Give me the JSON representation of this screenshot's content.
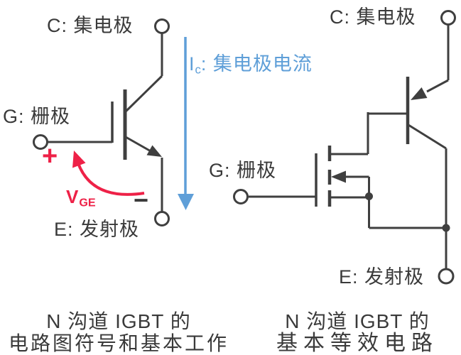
{
  "left_diagram": {
    "collector_label": "C: 集电极",
    "gate_label": "G: 栅极",
    "emitter_label": "E: 发射极",
    "collector_current": {
      "base": "I",
      "sub": "c",
      "rest": ": 集电极电流"
    },
    "gate_voltage": {
      "base": "V",
      "sub": "GE"
    },
    "plus_sign": "+",
    "minus_sign": "−",
    "caption": {
      "line1": "N 沟道 IGBT 的",
      "line2": "电路图符号和基本工作"
    }
  },
  "right_diagram": {
    "collector_label": "C: 集电极",
    "gate_label": "G: 栅极",
    "emitter_label": "E: 发射极",
    "caption": {
      "line1": "N 沟道 IGBT 的",
      "line2": "基本等效电路"
    }
  },
  "colors": {
    "circuit_line": "#3f3f3f",
    "label_text": "#3a3a3a",
    "current_blue": "#5f9fd8",
    "voltage_red": "#ee2147"
  }
}
